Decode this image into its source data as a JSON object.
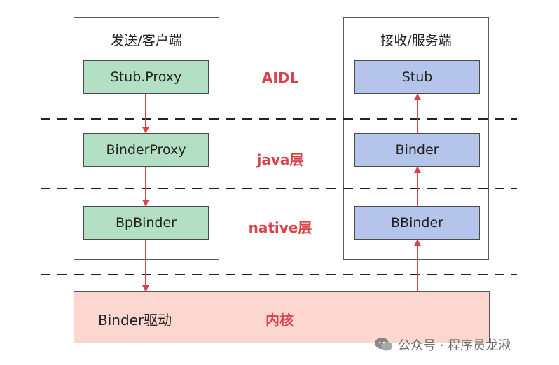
{
  "client_panel": {
    "title": "发送/客户端",
    "nodes": [
      "Stub.Proxy",
      "BinderProxy",
      "BpBinder"
    ]
  },
  "server_panel": {
    "title": "接收/服务端",
    "nodes": [
      "Stub",
      "Binder",
      "BBinder"
    ]
  },
  "layers": {
    "aidl": "AIDL",
    "java": "java层",
    "native": "native层",
    "kernel": "内核"
  },
  "kernel_box": {
    "label": "Binder驱动"
  },
  "colors": {
    "client_node": "#b3e0c4",
    "server_node": "#b4c4ea",
    "kernel_box": "#fbd7cf",
    "arrow": "#d8434a",
    "layer_label": "#d8434a"
  },
  "watermark": {
    "icon": "wechat-icon",
    "text": "公众号 · 程序员龙湫"
  }
}
